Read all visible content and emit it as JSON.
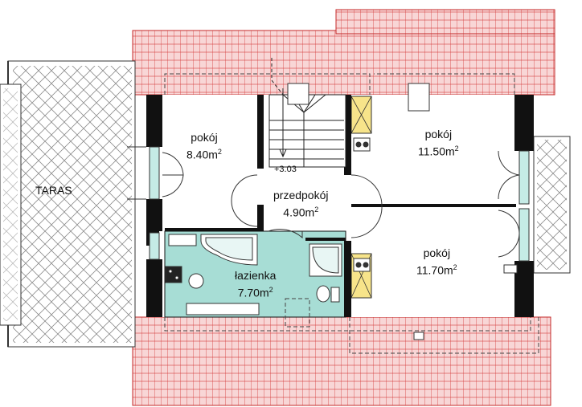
{
  "rooms": {
    "taras": {
      "name": "TARAS"
    },
    "pokoj_a": {
      "name": "pokój",
      "area": "8.40m",
      "sup": "2"
    },
    "pokoj_b": {
      "name": "pokój",
      "area": "11.50m",
      "sup": "2"
    },
    "pokoj_c": {
      "name": "pokój",
      "area": "11.70m",
      "sup": "2"
    },
    "przedpokoj": {
      "name": "przedpokój",
      "area": "4.90m",
      "sup": "2"
    },
    "lazienka": {
      "name": "łazienka",
      "area": "7.70m",
      "sup": "2"
    }
  },
  "level": {
    "value": "+3.03"
  },
  "colors": {
    "roof": "#f7d3d3",
    "roof_lines": "#d22a2a",
    "wall": "#111111",
    "bathroom": "#9ed8d0",
    "chimney": "#f5e58a",
    "window": "#b9e4df"
  }
}
